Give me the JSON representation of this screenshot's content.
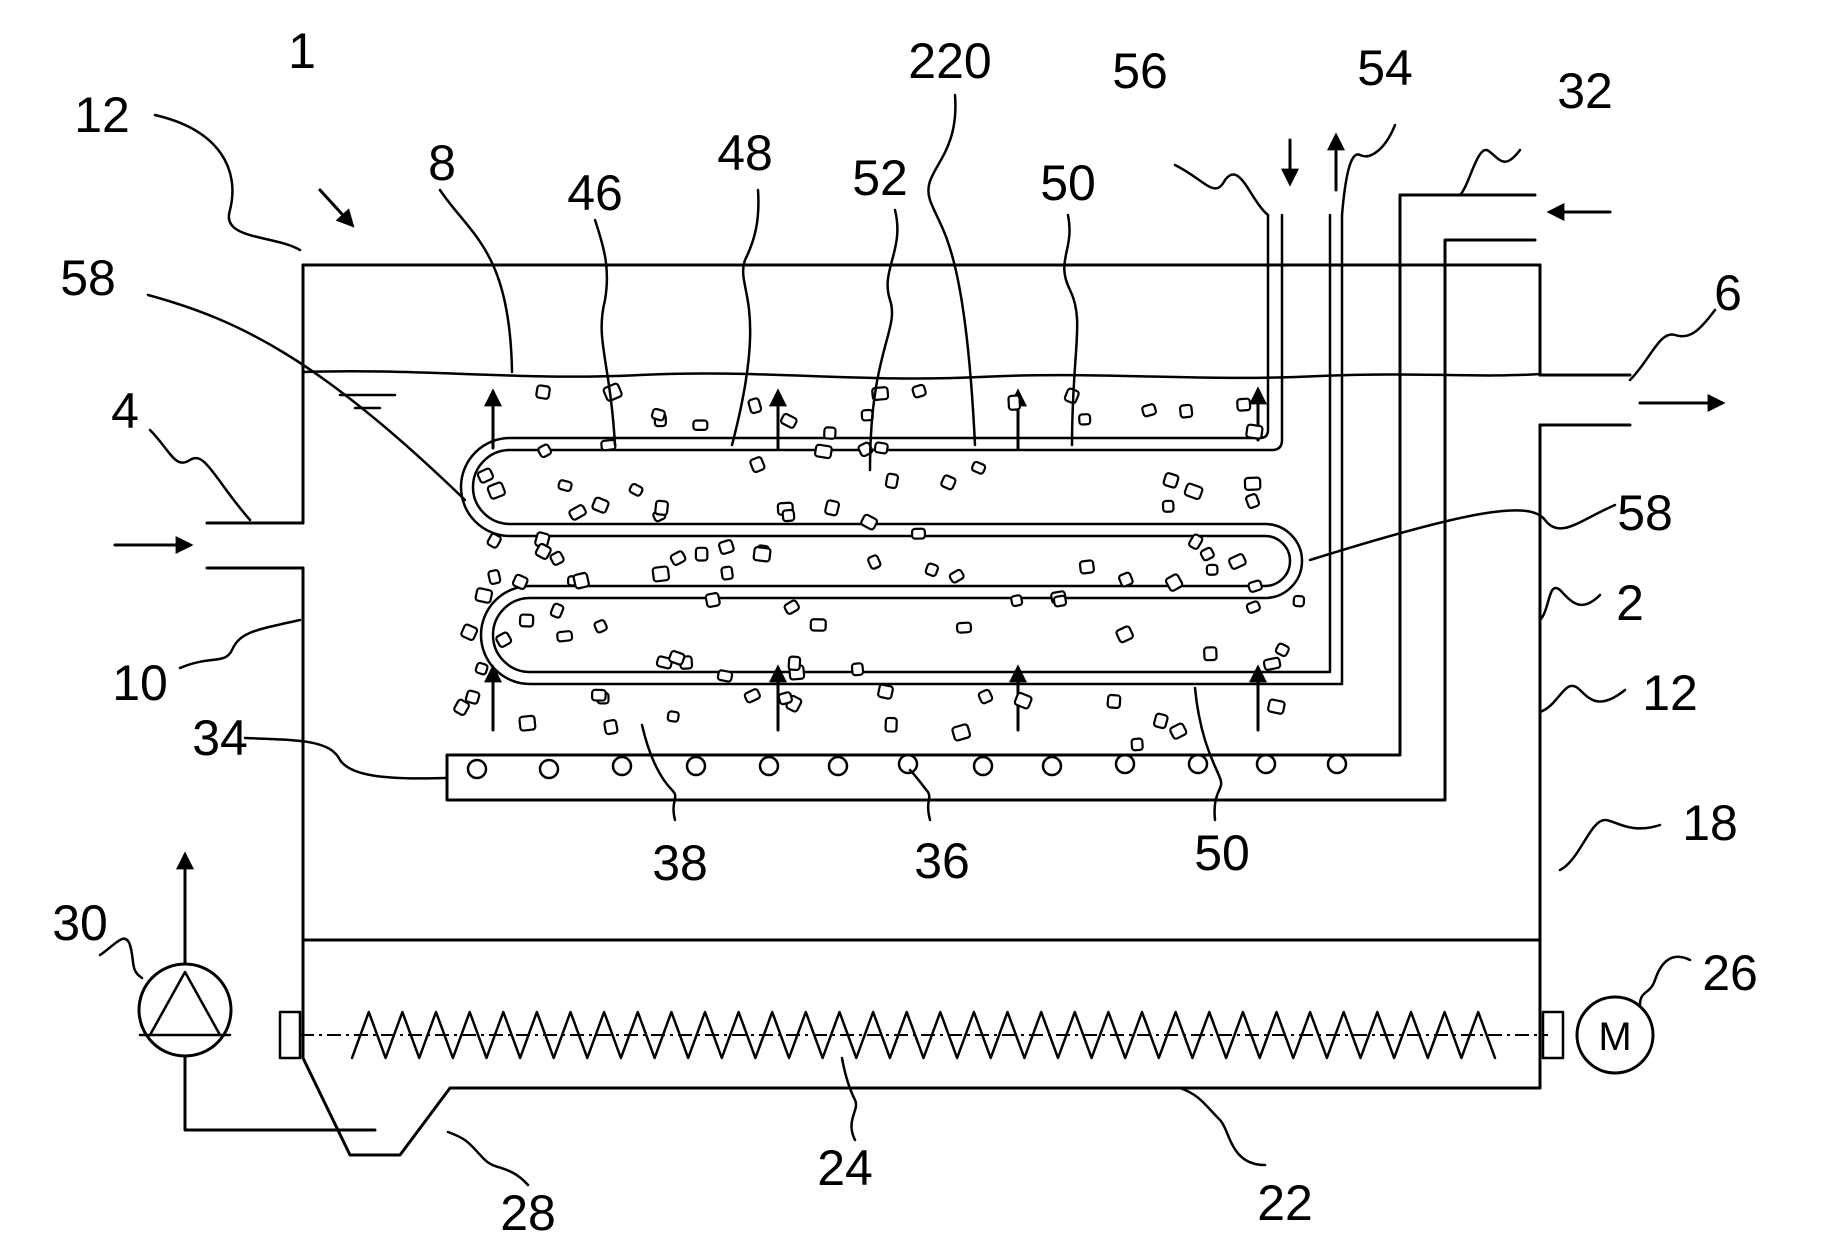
{
  "reference_numerals": {
    "n1": "1",
    "n2": "2",
    "n4": "4",
    "n6": "6",
    "n8": "8",
    "n10": "10",
    "n12_top": "12",
    "n12_right": "12",
    "n18": "18",
    "n22": "22",
    "n24": "24",
    "n26": "26",
    "n28": "28",
    "n30": "30",
    "n32": "32",
    "n34": "34",
    "n36": "36",
    "n38": "38",
    "n46": "46",
    "n48": "48",
    "n50_top": "50",
    "n50_bottom": "50",
    "n52": "52",
    "n54": "54",
    "n56": "56",
    "n58_left": "58",
    "n58_right": "58",
    "n220": "220"
  },
  "motor_label": "M"
}
